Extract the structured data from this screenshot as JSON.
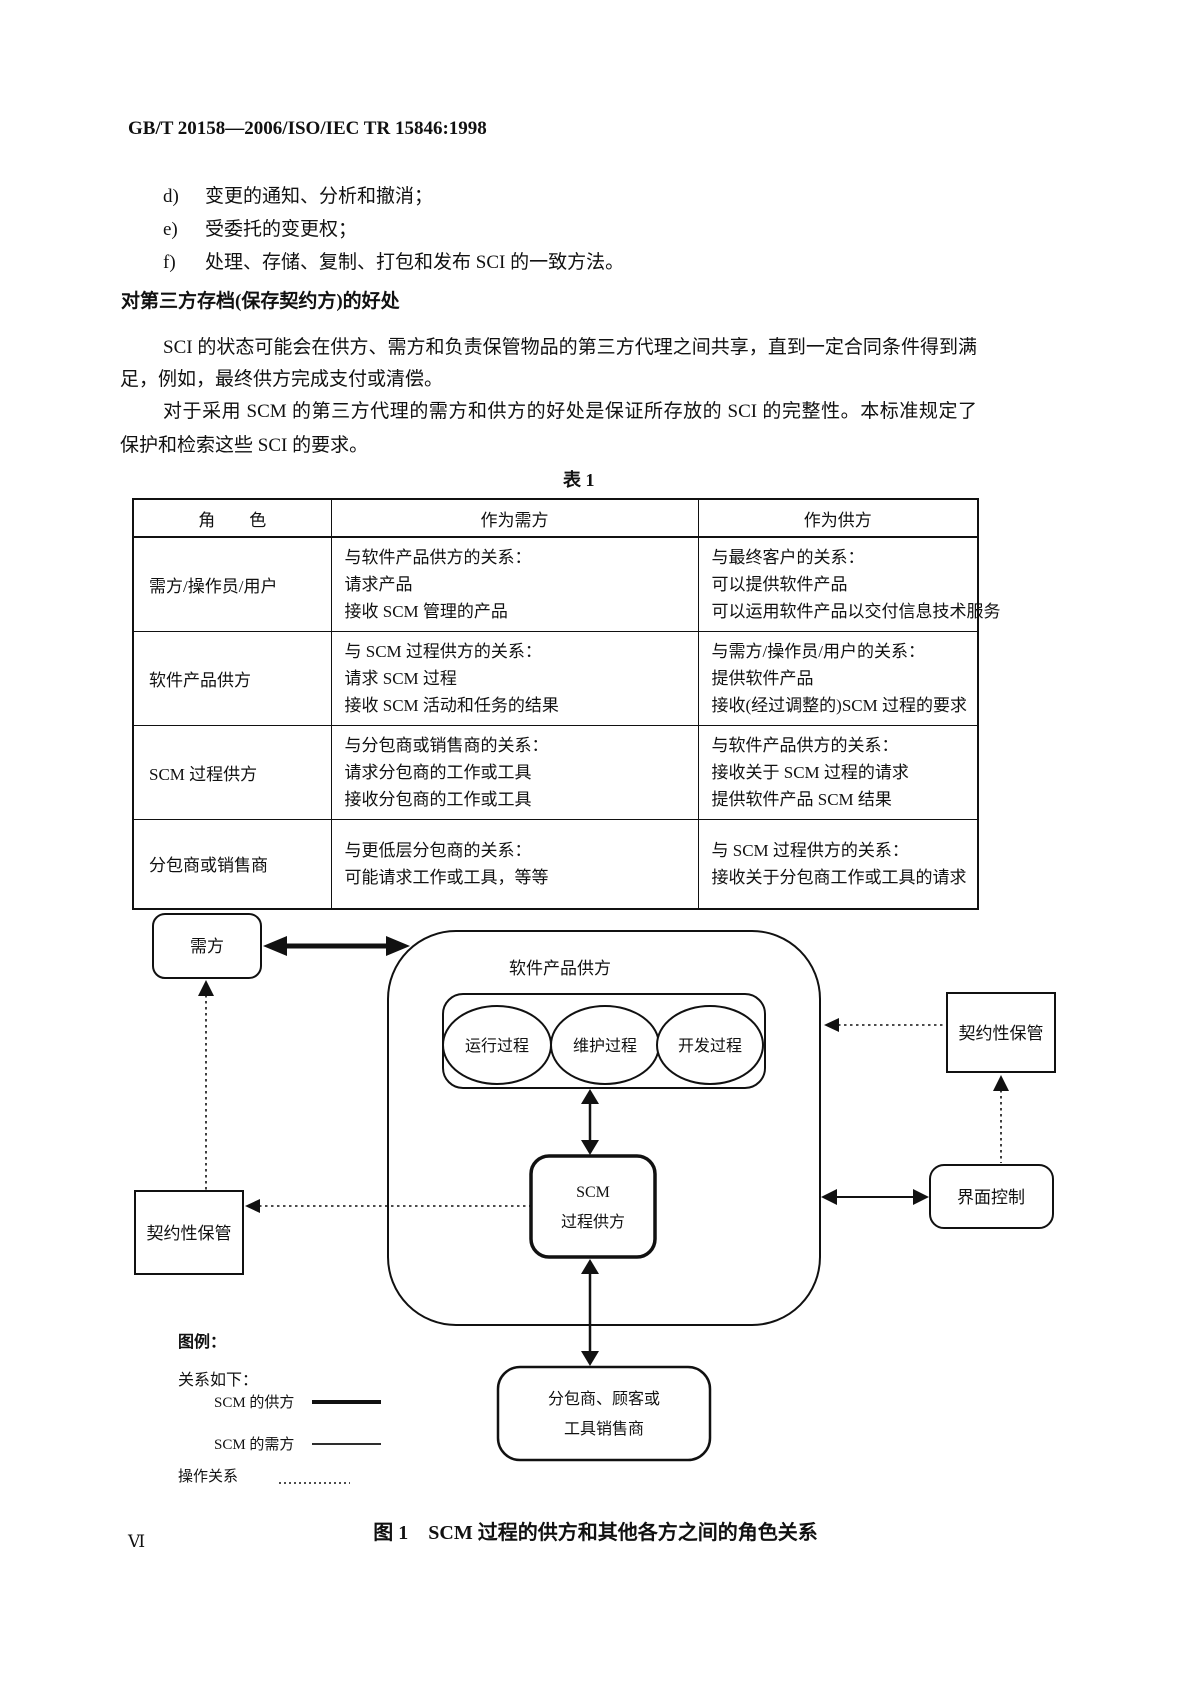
{
  "header": {
    "doc_number": "GB/T 20158—2006/ISO/IEC TR 15846:1998"
  },
  "list": {
    "items": [
      {
        "label": "d)",
        "text": "变更的通知、分析和撤消；"
      },
      {
        "label": "e)",
        "text": "受委托的变更权；"
      },
      {
        "label": "f)",
        "text": "处理、存储、复制、打包和发布 SCI 的一致方法。"
      }
    ]
  },
  "section": {
    "heading": "对第三方存档(保存契约方)的好处",
    "para1_line1": "SCI 的状态可能会在供方、需方和负责保管物品的第三方代理之间共享，直到一定合同条件得到满",
    "para1_line2": "足，例如，最终供方完成支付或清偿。",
    "para2_line1": "对于采用 SCM 的第三方代理的需方和供方的好处是保证所存放的 SCI 的完整性。本标准规定了",
    "para2_line2": "保护和检索这些 SCI 的要求。"
  },
  "table": {
    "title": "表 1",
    "headers": {
      "role": "角　　色",
      "as_demander": "作为需方",
      "as_supplier": "作为供方"
    },
    "rows": [
      {
        "role": "需方/操作员/用户",
        "as_demander": [
          "与软件产品供方的关系：",
          "请求产品",
          "接收 SCM 管理的产品"
        ],
        "as_supplier": [
          "与最终客户的关系：",
          "可以提供软件产品",
          "可以运用软件产品以交付信息技术服务"
        ]
      },
      {
        "role": "软件产品供方",
        "as_demander": [
          "与 SCM 过程供方的关系：",
          "请求 SCM 过程",
          "接收 SCM 活动和任务的结果"
        ],
        "as_supplier": [
          "与需方/操作员/用户的关系：",
          "提供软件产品",
          "接收(经过调整的)SCM 过程的要求"
        ]
      },
      {
        "role": "SCM 过程供方",
        "as_demander": [
          "与分包商或销售商的关系：",
          "请求分包商的工作或工具",
          "接收分包商的工作或工具"
        ],
        "as_supplier": [
          "与软件产品供方的关系：",
          "接收关于 SCM 过程的请求",
          "提供软件产品 SCM 结果"
        ]
      },
      {
        "role": "分包商或销售商",
        "as_demander": [
          "与更低层分包商的关系：",
          "可能请求工作或工具，等等"
        ],
        "as_supplier": [
          "与 SCM 过程供方的关系：",
          "接收关于分包商工作或工具的请求"
        ]
      }
    ]
  },
  "figure": {
    "demander_box": "需方",
    "software_supplier_label": "软件产品供方",
    "process_ellipses": [
      "运行过程",
      "维护过程",
      "开发过程"
    ],
    "scm_box_line1": "SCM",
    "scm_box_line2": "过程供方",
    "custodian_left": "契约性保管",
    "custodian_right": "契约性保管",
    "interface_control": "界面控制",
    "subcontractor_line1": "分包商、顾客或",
    "subcontractor_line2": "工具销售商",
    "legend": {
      "title": "图例：",
      "subtitle": "关系如下：",
      "scm_supplier": "SCM 的供方",
      "scm_demander": "SCM 的需方",
      "operational": "操作关系"
    },
    "caption": "图 1　SCM 过程的供方和其他各方之间的角色关系",
    "line_color": "#111111"
  },
  "footer": {
    "page_number": "Ⅵ"
  }
}
